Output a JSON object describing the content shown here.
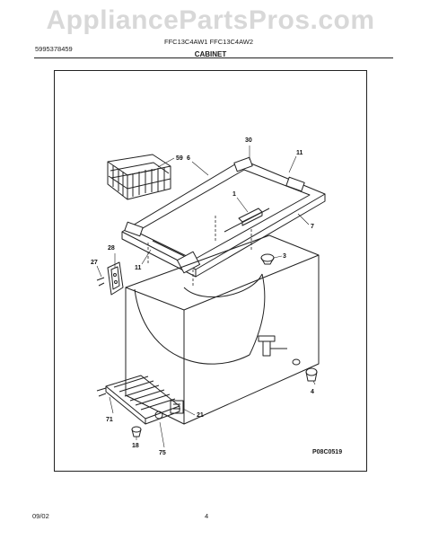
{
  "watermark": "AppliancePartsPros.com",
  "header": {
    "model_line": "FFC13C4AW1 FFC13C4AW2",
    "publication_number": "5995378459",
    "section_title": "CABINET"
  },
  "callouts": [
    "30",
    "11",
    "6",
    "59",
    "1",
    "7",
    "28",
    "3",
    "27",
    "11",
    "4",
    "21",
    "71",
    "18",
    "75"
  ],
  "drawing_code": "P08C0519",
  "footer": {
    "date": "09/02",
    "page_number": "4"
  },
  "colors": {
    "line": "#222222",
    "watermark": "#d8d8d8"
  }
}
